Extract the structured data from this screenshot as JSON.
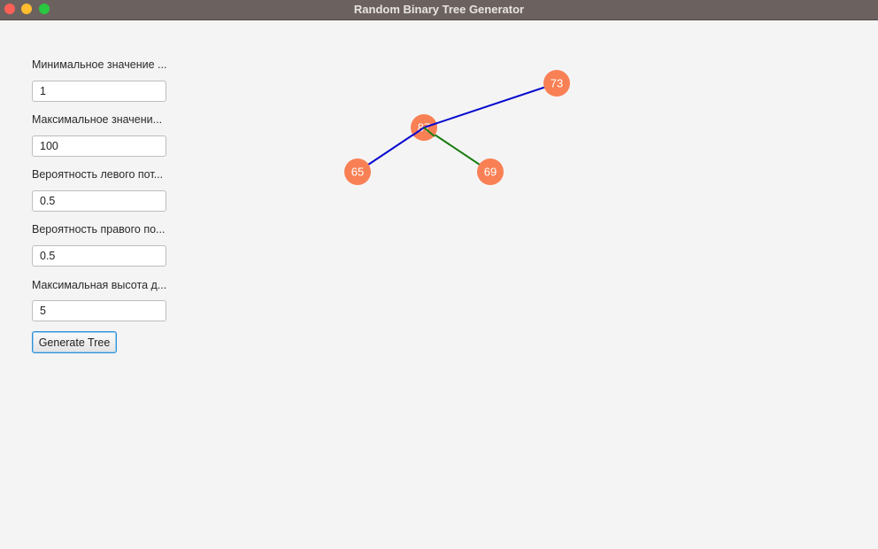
{
  "window": {
    "title": "Random Binary Tree Generator"
  },
  "form": {
    "fields": [
      {
        "label": "Минимальное значение ...",
        "value": "1"
      },
      {
        "label": "Максимальное значени...",
        "value": "100"
      },
      {
        "label": "Вероятность левого пот...",
        "value": "0.5"
      },
      {
        "label": "Вероятность правого по...",
        "value": "0.5"
      },
      {
        "label": "Максимальная высота д...",
        "value": "5"
      }
    ],
    "generate_label": "Generate Tree"
  },
  "tree": {
    "node_color": "#f98055",
    "left_edge_color": "#0a0acf",
    "right_edge_color": "#1a7d0f",
    "nodes": [
      {
        "id": "n73",
        "value": "73"
      },
      {
        "id": "n87",
        "value": "87"
      },
      {
        "id": "n65",
        "value": "65"
      },
      {
        "id": "n69",
        "value": "69"
      }
    ]
  }
}
